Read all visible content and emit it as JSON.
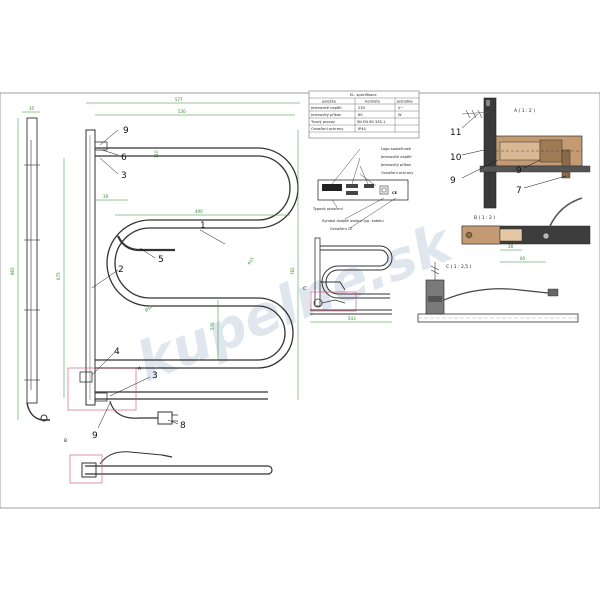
{
  "watermark": "kupelne.sk",
  "dimensions": {
    "flange": "35",
    "overall_width": "577",
    "rail_length": "530",
    "offset": "39",
    "inner_span": "490",
    "pitch": "110",
    "tube_dia": "Ø32",
    "height_total": "865",
    "height_inner": "675",
    "height_right": "782",
    "bend_gap": "576",
    "small_radius": "R15",
    "side_width": "543",
    "detail_b_1": "28",
    "detail_b_2": "60"
  },
  "callouts": {
    "c1": "1",
    "c2": "2",
    "c3": "3",
    "c3b": "3",
    "c4": "4",
    "c5": "5",
    "c6": "6",
    "c7": "7",
    "c8": "8",
    "c9": "9",
    "c9b": "9",
    "c9c": "9",
    "c9d": "9",
    "c10": "10",
    "c11": "11"
  },
  "details": {
    "a": "A ( 1 : 2 )",
    "b": "B ( 1 : 2 )",
    "c": "C ( 1 : 2,5 )",
    "mark_a": "A",
    "mark_b": "B",
    "mark_c": "C"
  },
  "spec_table": {
    "title": "EL. specifikace",
    "headers": [
      "položka",
      "hodnota",
      "jednotka"
    ],
    "rows": [
      [
        "Jmenovité napětí",
        "230",
        "V~"
      ],
      [
        "Jmenovitý příkon",
        "60",
        "W"
      ],
      [
        "Trvalý provoz",
        "SN EN 60 335-1",
        ""
      ],
      [
        "Označení ochrany",
        "IP44",
        ""
      ]
    ]
  },
  "label_annotations": {
    "logo": "Logo společnosti",
    "voltage": "Jmenovité napětí",
    "power": "Jmenovitý příkon",
    "protection": "Označení ochrany",
    "type": "Typové označení",
    "double_insulation": "Symbol dvojité izolace typ. kabelu",
    "ce": "Označení CE"
  }
}
